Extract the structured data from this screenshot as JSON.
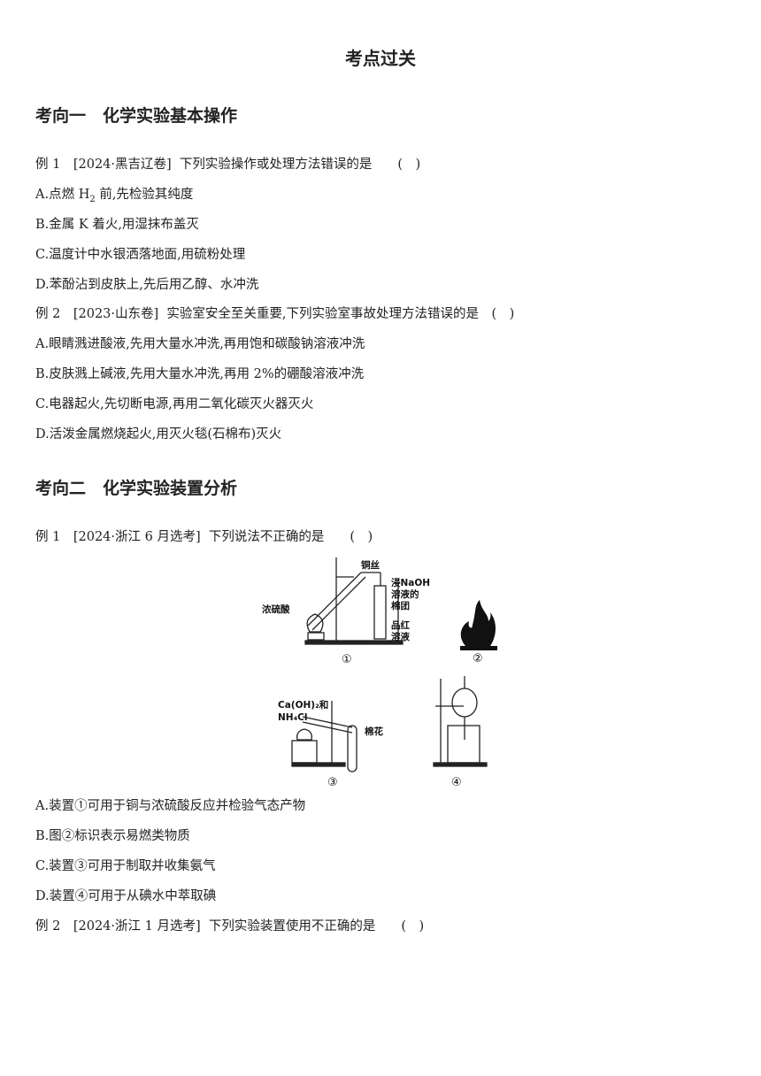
{
  "title": "考点过关",
  "section1": {
    "heading": "考向一　化学实验基本操作",
    "q1": {
      "stem": "例 1　[2024·黑吉辽卷]  下列实验操作或处理方法错误的是　　(　)",
      "a_pre": "A.点燃 H",
      "a_sub": "2",
      "a_post": " 前,先检验其纯度",
      "b": "B.金属 K 着火,用湿抹布盖灭",
      "c": "C.温度计中水银洒落地面,用硫粉处理",
      "d": "D.苯酚沾到皮肤上,先后用乙醇、水冲洗"
    },
    "q2": {
      "stem": "例 2　[2023·山东卷]  实验室安全至关重要,下列实验室事故处理方法错误的是　(　)",
      "a": "A.眼睛溅进酸液,先用大量水冲洗,再用饱和碳酸钠溶液冲洗",
      "b": "B.皮肤溅上碱液,先用大量水冲洗,再用 2%的硼酸溶液冲洗",
      "c": "C.电器起火,先切断电源,再用二氧化碳灭火器灭火",
      "d": "D.活泼金属燃烧起火,用灭火毯(石棉布)灭火"
    }
  },
  "section2": {
    "heading": "考向二　化学实验装置分析",
    "q1": {
      "stem": "例 1　[2024·浙江 6 月选考]  下列说法不正确的是　　(　)",
      "figure": {
        "label_copper_wire": "铜丝",
        "label_naoh_1": "浸NaOH",
        "label_naoh_2": "溶液的",
        "label_naoh_3": "棉团",
        "label_acid": "浓硫酸",
        "label_pinred_1": "品红",
        "label_pinred_2": "溶液",
        "label_caoh": "Ca(OH)₂和",
        "label_nh4cl": "NH₄Cl",
        "label_cotton": "棉花",
        "num1": "①",
        "num2": "②",
        "num3": "③",
        "num4": "④"
      },
      "a": "A.装置①可用于铜与浓硫酸反应并检验气态产物",
      "b": "B.图②标识表示易燃类物质",
      "c": "C.装置③可用于制取并收集氨气",
      "d": "D.装置④可用于从碘水中萃取碘"
    },
    "q2": {
      "stem": "例 2　[2024·浙江 1 月选考]  下列实验装置使用不正确的是　　(　)"
    }
  }
}
